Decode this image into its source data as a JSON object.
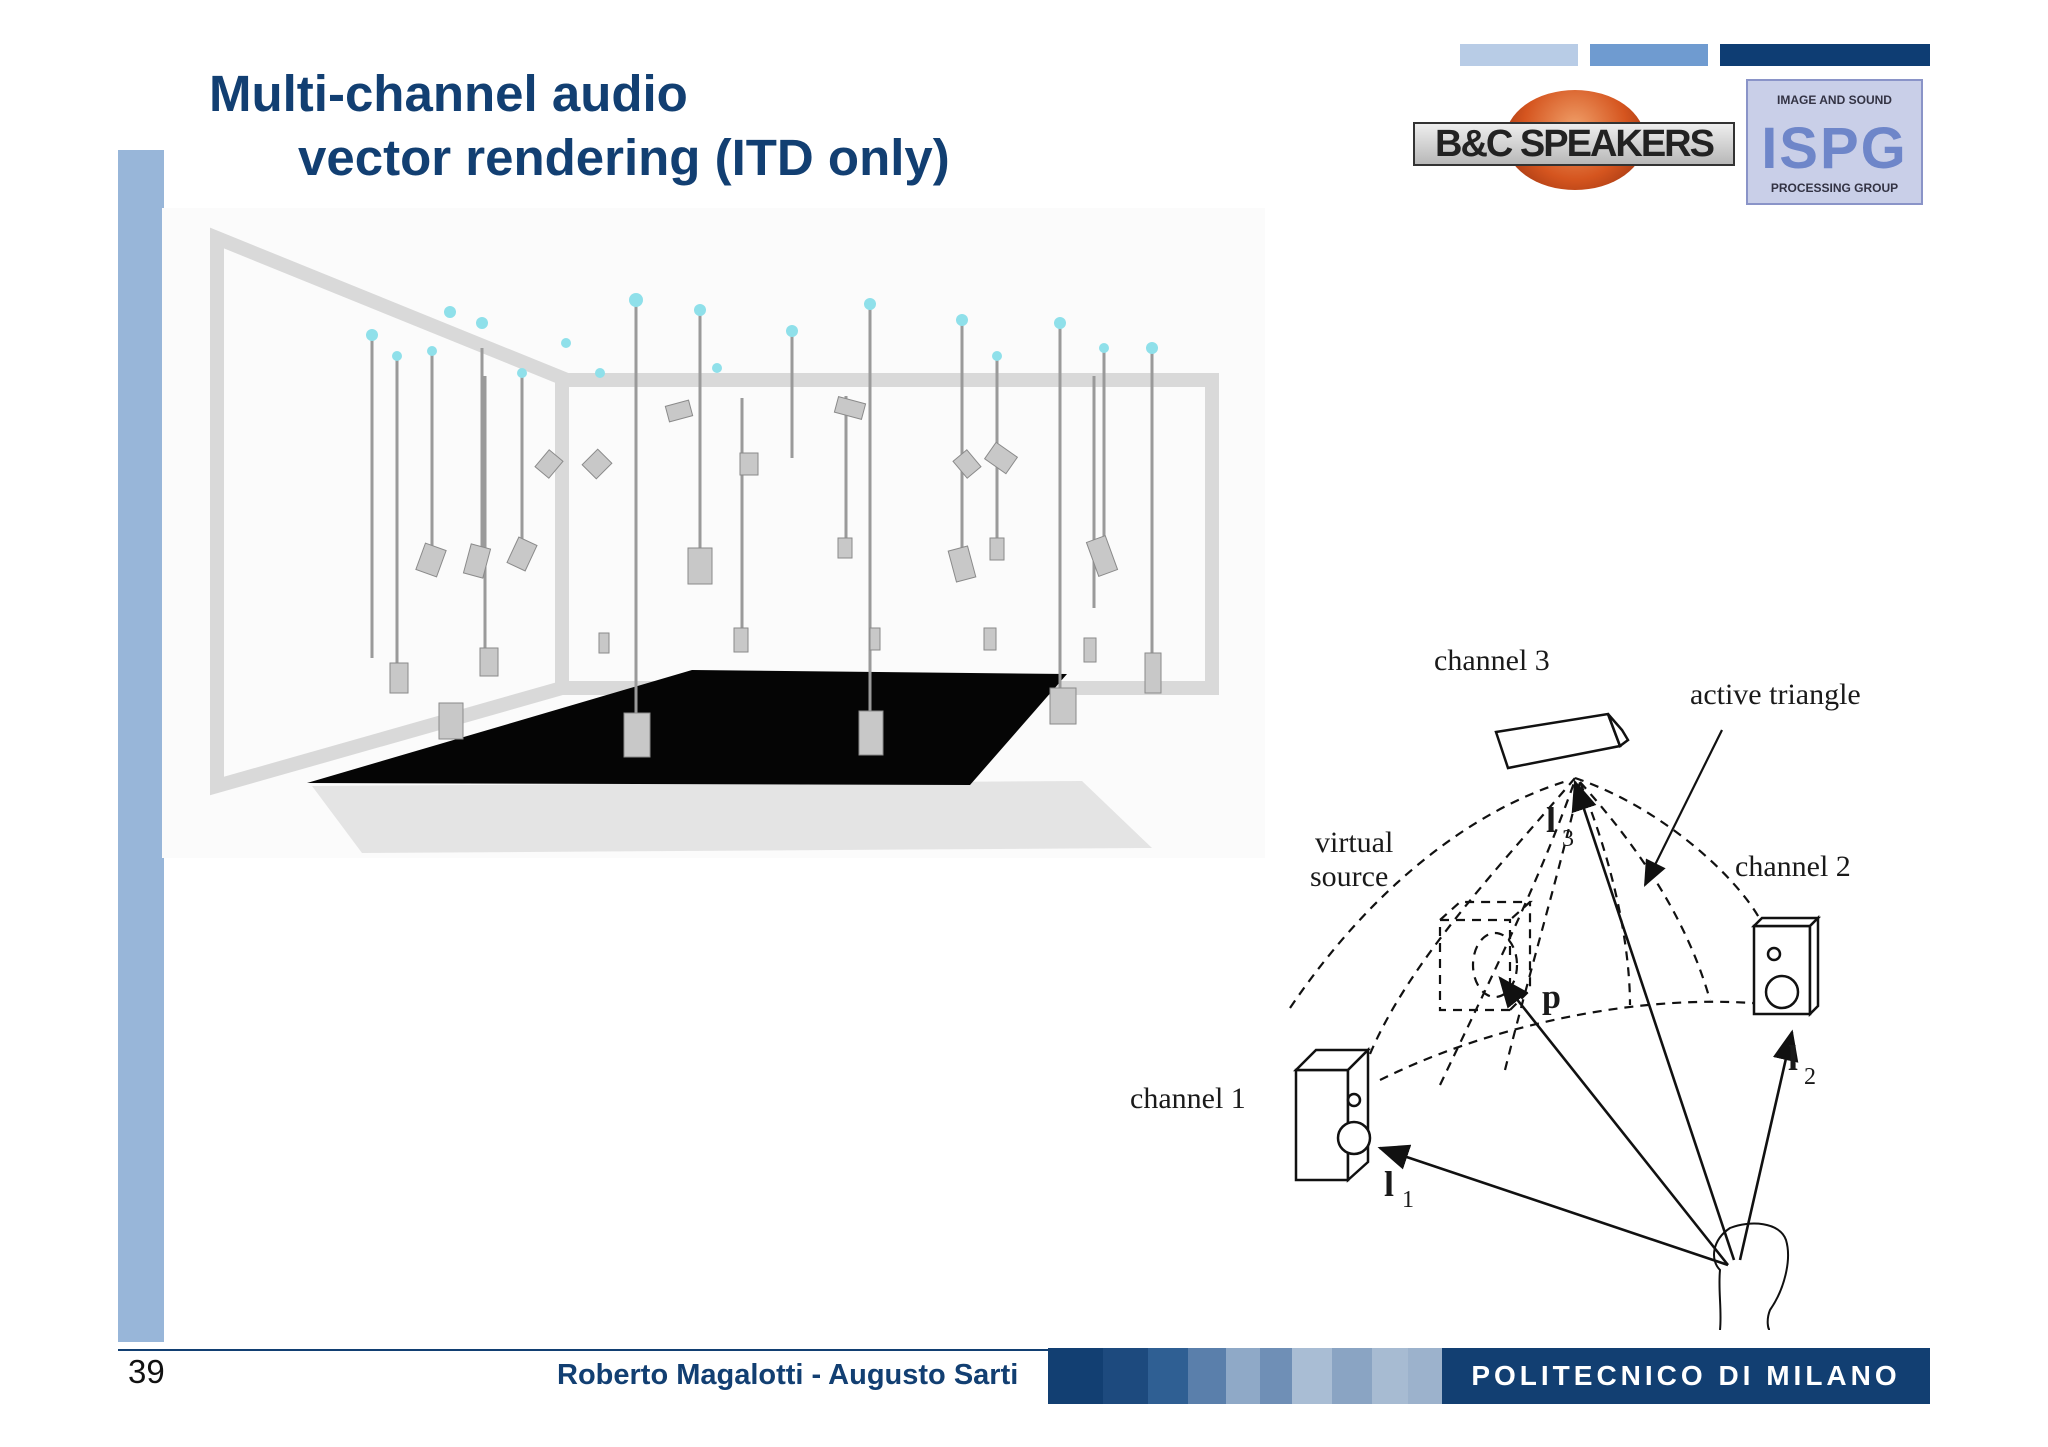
{
  "slide": {
    "title_line1": "Multi-channel audio",
    "title_line2": "vector rendering (ITD only)",
    "page_number": "39",
    "authors": "Roberto Magalotti - Augusto Sarti",
    "institution": "POLITECNICO DI MILANO"
  },
  "logos": {
    "bc": "B&C SPEAKERS",
    "ispg_top": "IMAGE AND SOUND",
    "ispg_main": "ISPG",
    "ispg_bottom": "PROCESSING GROUP"
  },
  "diagram": {
    "channel3": "channel 3",
    "active_triangle": "active triangle",
    "channel2": "channel 2",
    "virtual": "virtual",
    "source": "source",
    "p": "p",
    "channel1": "channel 1",
    "l1": "l",
    "l1_sub": "1",
    "l2": "l",
    "l2_sub": "2",
    "l3": "l",
    "l3_sub": "3"
  },
  "colors": {
    "title": "#123f72",
    "side_bar": "#98b6d9",
    "footer_dark": "#123f72",
    "top_bar_light": "#b8cce6",
    "top_bar_mid": "#6f9bd0",
    "top_bar_dark": "#0e3d73"
  }
}
